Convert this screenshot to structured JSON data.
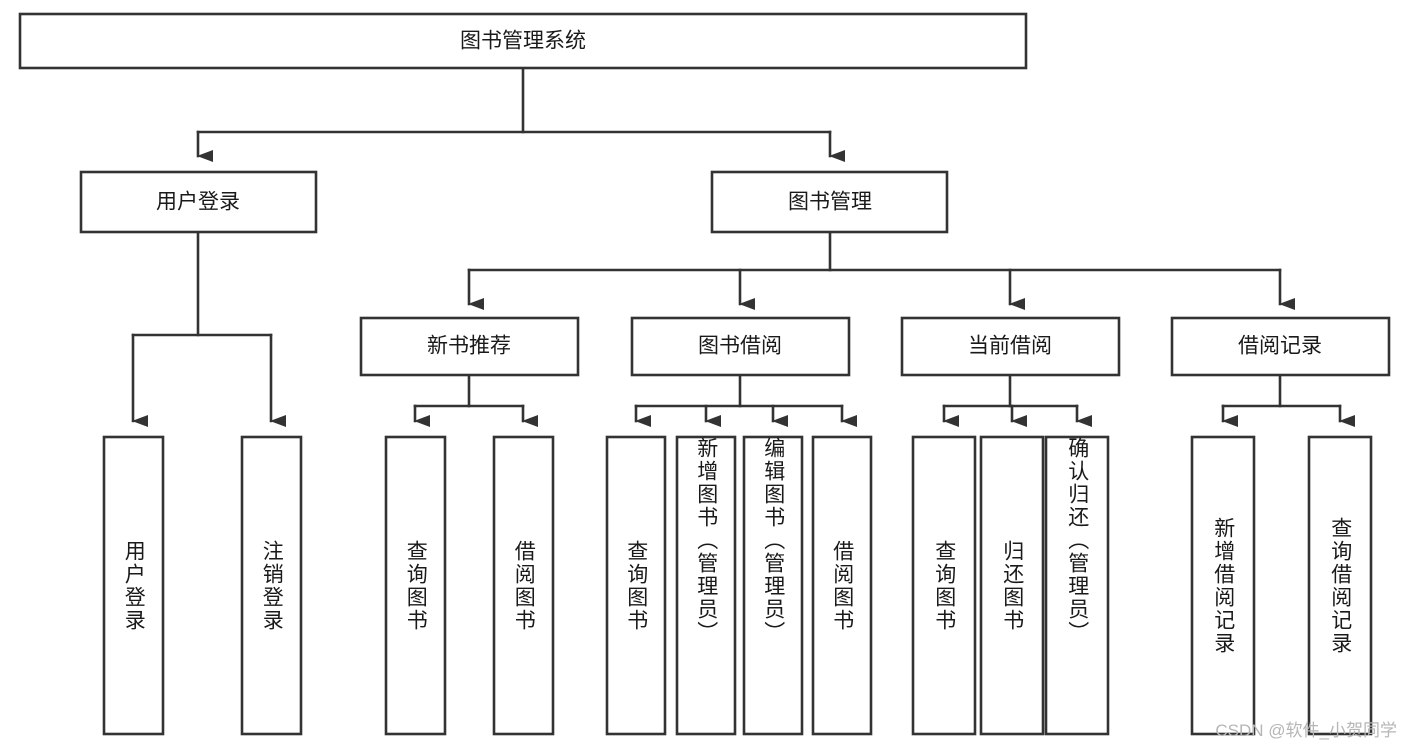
{
  "diagram": {
    "title": "图书管理系统",
    "watermark": "CSDN @软件_小贺同学",
    "type": "hierarchy-tree",
    "orientation": "top-down",
    "box_fill": "#ffffff",
    "box_stroke": "#333333",
    "text_color": "#1a1a1a",
    "levels": 4
  },
  "nodes": {
    "root": {
      "label": "图书管理系统",
      "level": 0,
      "orientation": "horizontal"
    },
    "l1": [
      {
        "id": "user-login",
        "label": "用户登录",
        "level": 1,
        "orientation": "horizontal"
      },
      {
        "id": "book-manage",
        "label": "图书管理",
        "level": 1,
        "orientation": "horizontal"
      }
    ],
    "l2": [
      {
        "id": "new-book-recommend",
        "label": "新书推荐",
        "level": 2,
        "orientation": "horizontal",
        "parent": "book-manage"
      },
      {
        "id": "book-borrow",
        "label": "图书借阅",
        "level": 2,
        "orientation": "horizontal",
        "parent": "book-manage"
      },
      {
        "id": "current-borrow",
        "label": "当前借阅",
        "level": 2,
        "orientation": "horizontal",
        "parent": "book-manage"
      },
      {
        "id": "borrow-record",
        "label": "借阅记录",
        "level": 2,
        "orientation": "horizontal",
        "parent": "book-manage"
      }
    ],
    "leaves": [
      {
        "id": "leaf-user-login",
        "label": "用户登录",
        "parent": "user-login",
        "orientation": "vertical"
      },
      {
        "id": "leaf-logout-login",
        "label": "注销登录",
        "parent": "user-login",
        "orientation": "vertical"
      },
      {
        "id": "leaf-query-book-1",
        "label": "查询图书",
        "parent": "new-book-recommend",
        "orientation": "vertical"
      },
      {
        "id": "leaf-borrow-book-1",
        "label": "借阅图书",
        "parent": "new-book-recommend",
        "orientation": "vertical"
      },
      {
        "id": "leaf-query-book-2",
        "label": "查询图书",
        "parent": "book-borrow",
        "orientation": "vertical"
      },
      {
        "id": "leaf-add-book",
        "label": "新增图书（管理员）",
        "parent": "book-borrow",
        "orientation": "vertical"
      },
      {
        "id": "leaf-edit-book",
        "label": "编辑图书（管理员）",
        "parent": "book-borrow",
        "orientation": "vertical"
      },
      {
        "id": "leaf-borrow-book-2",
        "label": "借阅图书",
        "parent": "book-borrow",
        "orientation": "vertical"
      },
      {
        "id": "leaf-query-book-3",
        "label": "查询图书",
        "parent": "current-borrow",
        "orientation": "vertical"
      },
      {
        "id": "leaf-return-book",
        "label": "归还图书",
        "parent": "current-borrow",
        "orientation": "vertical"
      },
      {
        "id": "leaf-confirm-return",
        "label": "确认归还（管理员）",
        "parent": "current-borrow",
        "orientation": "vertical"
      },
      {
        "id": "leaf-add-record",
        "label": "新增借阅记录",
        "parent": "borrow-record",
        "orientation": "vertical"
      },
      {
        "id": "leaf-query-record",
        "label": "查询借阅记录",
        "parent": "borrow-record",
        "orientation": "vertical"
      }
    ]
  }
}
